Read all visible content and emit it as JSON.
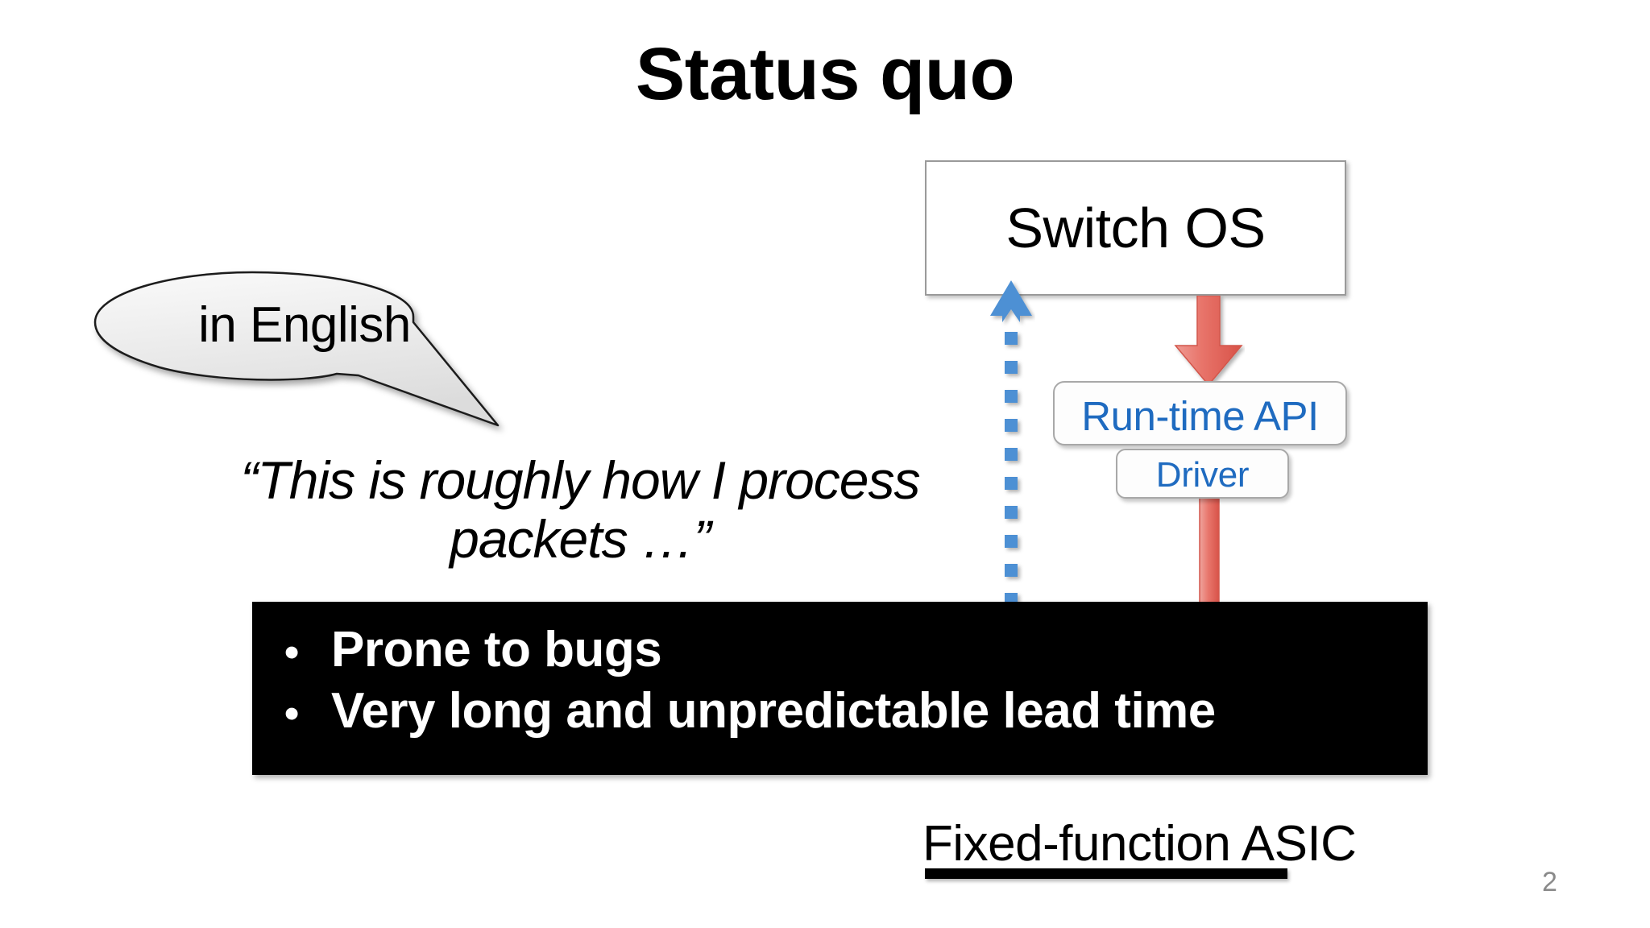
{
  "slide": {
    "title": "Status quo",
    "page_number": "2",
    "background_color": "#ffffff"
  },
  "speech_bubble": {
    "label": "in English",
    "fill_color": "#e6e6e6",
    "stroke_color": "#1a1a1a"
  },
  "quote": {
    "line1": "“This is roughly how I process",
    "line2": "packets …”"
  },
  "diagram": {
    "switch_os": {
      "label": "Switch OS",
      "border_color": "#9a9a9a",
      "fill_color": "#ffffff",
      "text_color": "#000000"
    },
    "runtime_api": {
      "label": "Run-time API",
      "text_color": "#1f6bc0",
      "border_color": "#a8a8a8"
    },
    "driver": {
      "label": "Driver",
      "text_color": "#1f6bc0",
      "border_color": "#a8a8a8"
    },
    "asic_caption": "Fixed-function ASIC",
    "arrow_up_color": "#4e90d4",
    "arrow_down_color": "#e2655c"
  },
  "callout": {
    "background_color": "#000000",
    "text_color": "#ffffff",
    "bullet_glyph": "•",
    "bullets": [
      "Prone to bugs",
      "Very long and unpredictable lead time"
    ]
  }
}
